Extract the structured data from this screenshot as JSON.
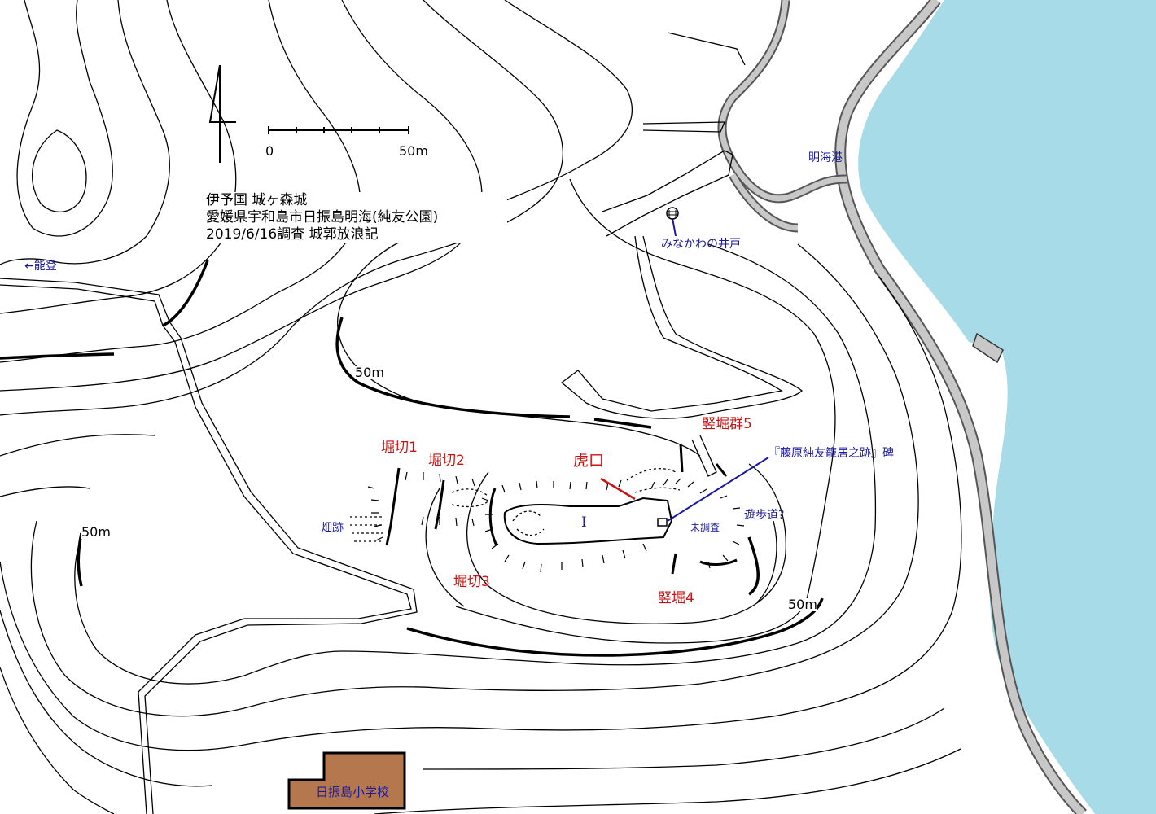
{
  "title": {
    "line1": "伊予国 城ヶ森城",
    "line2": "愛媛県宇和島市日振島明海(純友公園)",
    "line3": "2019/6/16調査 城郭放浪記"
  },
  "scale": {
    "start": "0",
    "end": "50m"
  },
  "contour_labels": [
    "50m",
    "50m",
    "50m"
  ],
  "features": {
    "horikiri1": "堀切1",
    "horikiri2": "堀切2",
    "horikiri3": "堀切3",
    "koguchi": "虎口",
    "tatebori_gun5": "竪堀群5",
    "tatebori4": "竪堀4",
    "kuruwa1": "I",
    "monument": "『藤原純友籠居之跡』碑",
    "unsurveyed": "未調査",
    "path": "遊歩道?",
    "field_ruins": "畑跡"
  },
  "places": {
    "noto": "←能登",
    "port": "明海港",
    "well": "みなかわの井戸",
    "school": "日振島小学校"
  },
  "colors": {
    "sea": "#a8dbe8",
    "road": "#c8c8c8",
    "school": "#b5784e",
    "feature_text": "#cc1111",
    "place_text": "#1a1aa0"
  }
}
